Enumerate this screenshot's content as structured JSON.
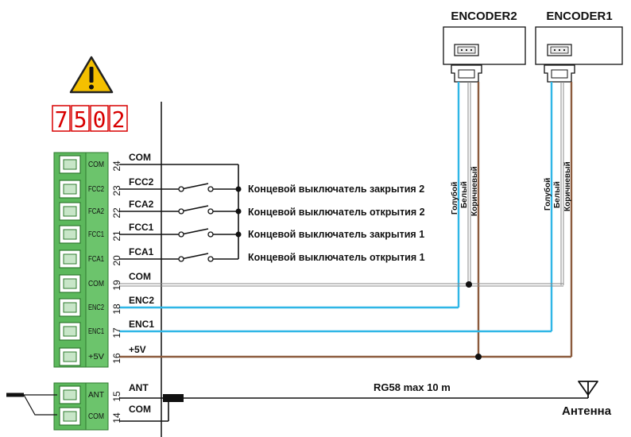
{
  "encoders": [
    {
      "title": "ENCODER2",
      "wires": [
        "Голубой",
        "Белый",
        "Коричневый"
      ]
    },
    {
      "title": "ENCODER1",
      "wires": [
        "Голубой",
        "Белый",
        "Коричневый"
      ]
    }
  ],
  "display": {
    "digits": [
      "7",
      "5",
      "0",
      "2"
    ]
  },
  "terminals": [
    {
      "label": "COM",
      "number": "24",
      "signal": "COM"
    },
    {
      "label": "FCC2",
      "number": "23",
      "signal": "FCC2"
    },
    {
      "label": "FCA2",
      "number": "22",
      "signal": "FCA2"
    },
    {
      "label": "FCC1",
      "number": "21",
      "signal": "FCC1"
    },
    {
      "label": "FCA1",
      "number": "20",
      "signal": "FCA1"
    },
    {
      "label": "COM",
      "number": "19",
      "signal": "COM"
    },
    {
      "label": "ENC2",
      "number": "18",
      "signal": "ENC2"
    },
    {
      "label": "ENC1",
      "number": "17",
      "signal": "ENC1"
    },
    {
      "label": "+5V",
      "number": "16",
      "signal": "+5V"
    }
  ],
  "antenna_terminals": [
    {
      "label": "ANT",
      "number": "15",
      "signal": "ANT"
    },
    {
      "label": "COM",
      "number": "14",
      "signal": "COM"
    }
  ],
  "switches": [
    "Концевой выключатель закрытия 2",
    "Концевой выключатель открытия 2",
    "Концевой выключатель закрытия 1",
    "Концевой выключатель открытия 1"
  ],
  "cable_label": "RG58 max 10 m",
  "antenna_label": "Антенна",
  "colors": {
    "blue": "#2fb6e6",
    "brown": "#8b5a3c",
    "green": "#5cb85c",
    "display_red": "#d80000",
    "warning": "#f5c000"
  }
}
